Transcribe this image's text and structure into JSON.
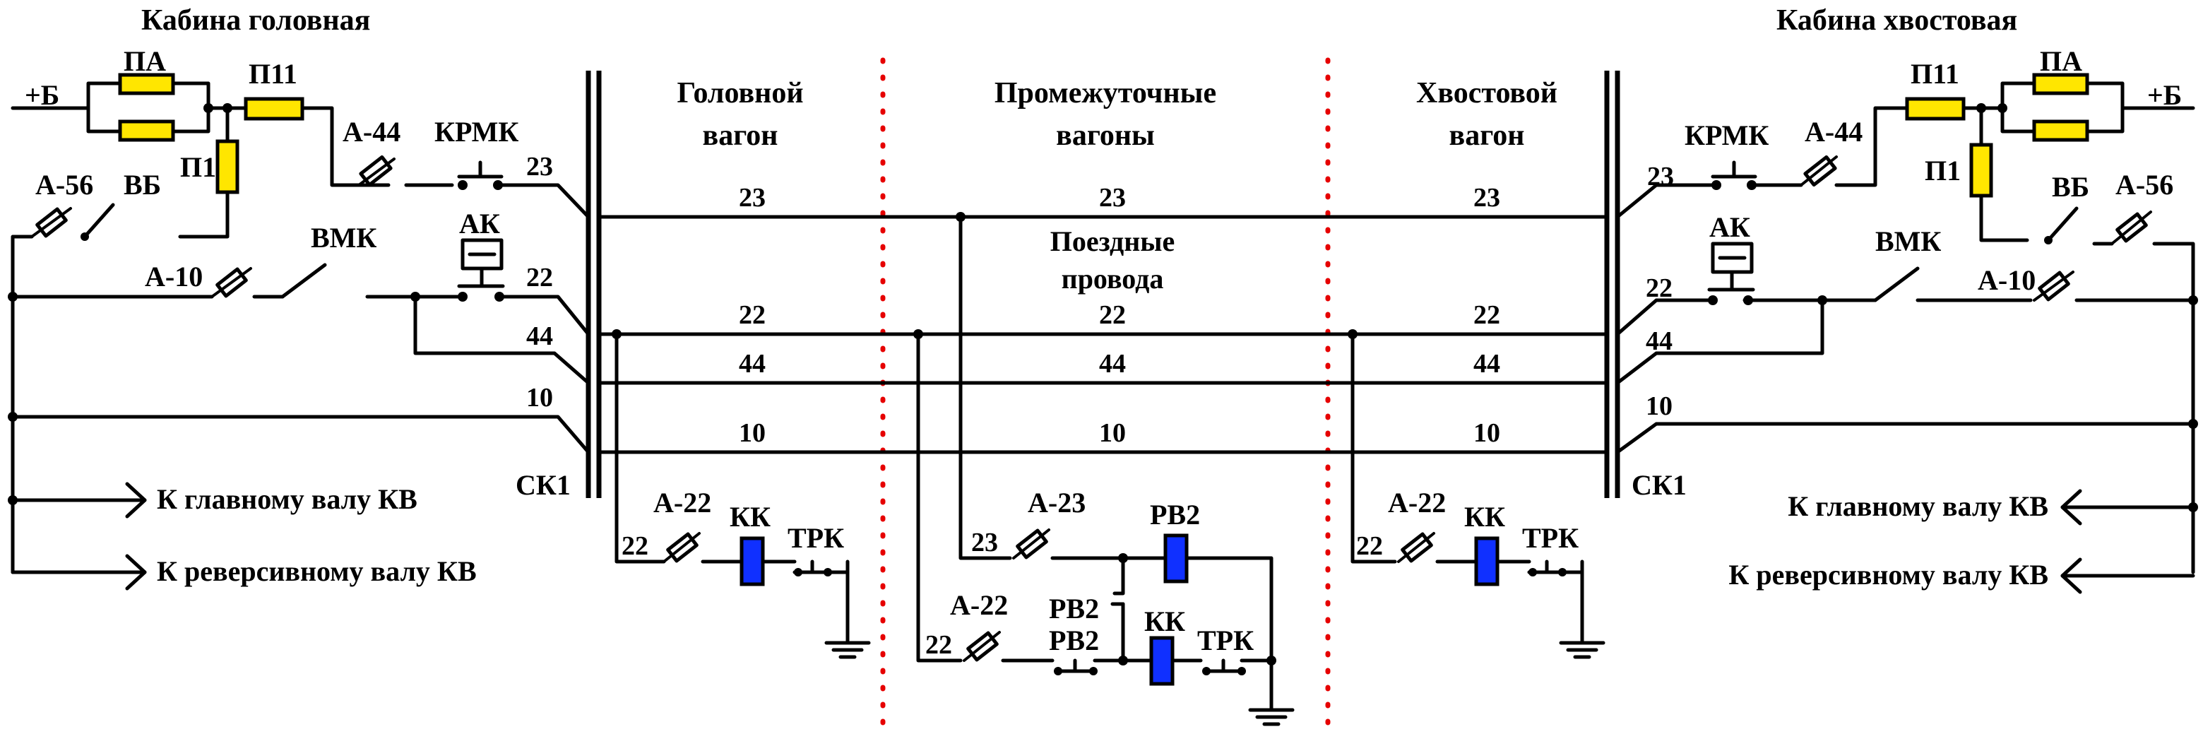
{
  "headers": {
    "cab_head": "Кабина головная",
    "cab_tail": "Кабина хвостовая",
    "car_head_1": "Головной",
    "car_head_2": "вагон",
    "car_mid_1": "Промежуточные",
    "car_mid_2": "вагоны",
    "car_tail_1": "Хвостовой",
    "car_tail_2": "вагон",
    "train_wires_1": "Поездные",
    "train_wires_2": "провода"
  },
  "components": {
    "plus_b": "+Б",
    "pa": "ПА",
    "p11": "П11",
    "p1": "П1",
    "a44": "А-44",
    "krmk": "КРМК",
    "a56": "А-56",
    "vb": "ВБ",
    "a10": "А-10",
    "vmk": "ВМК",
    "ak": "АК",
    "sk1": "СК1",
    "a22": "А-22",
    "a23": "А-23",
    "kk": "КК",
    "trk": "ТРК",
    "rv2": "РВ2"
  },
  "wires": {
    "w23": "23",
    "w22": "22",
    "w44": "44",
    "w10": "10"
  },
  "outputs": {
    "main_shaft": "К главному валу КВ",
    "rev_shaft": "К реверсивному валу КВ"
  },
  "colors": {
    "fuse": "#ffe600",
    "coil": "#1030ff",
    "separator": "#e60000"
  }
}
